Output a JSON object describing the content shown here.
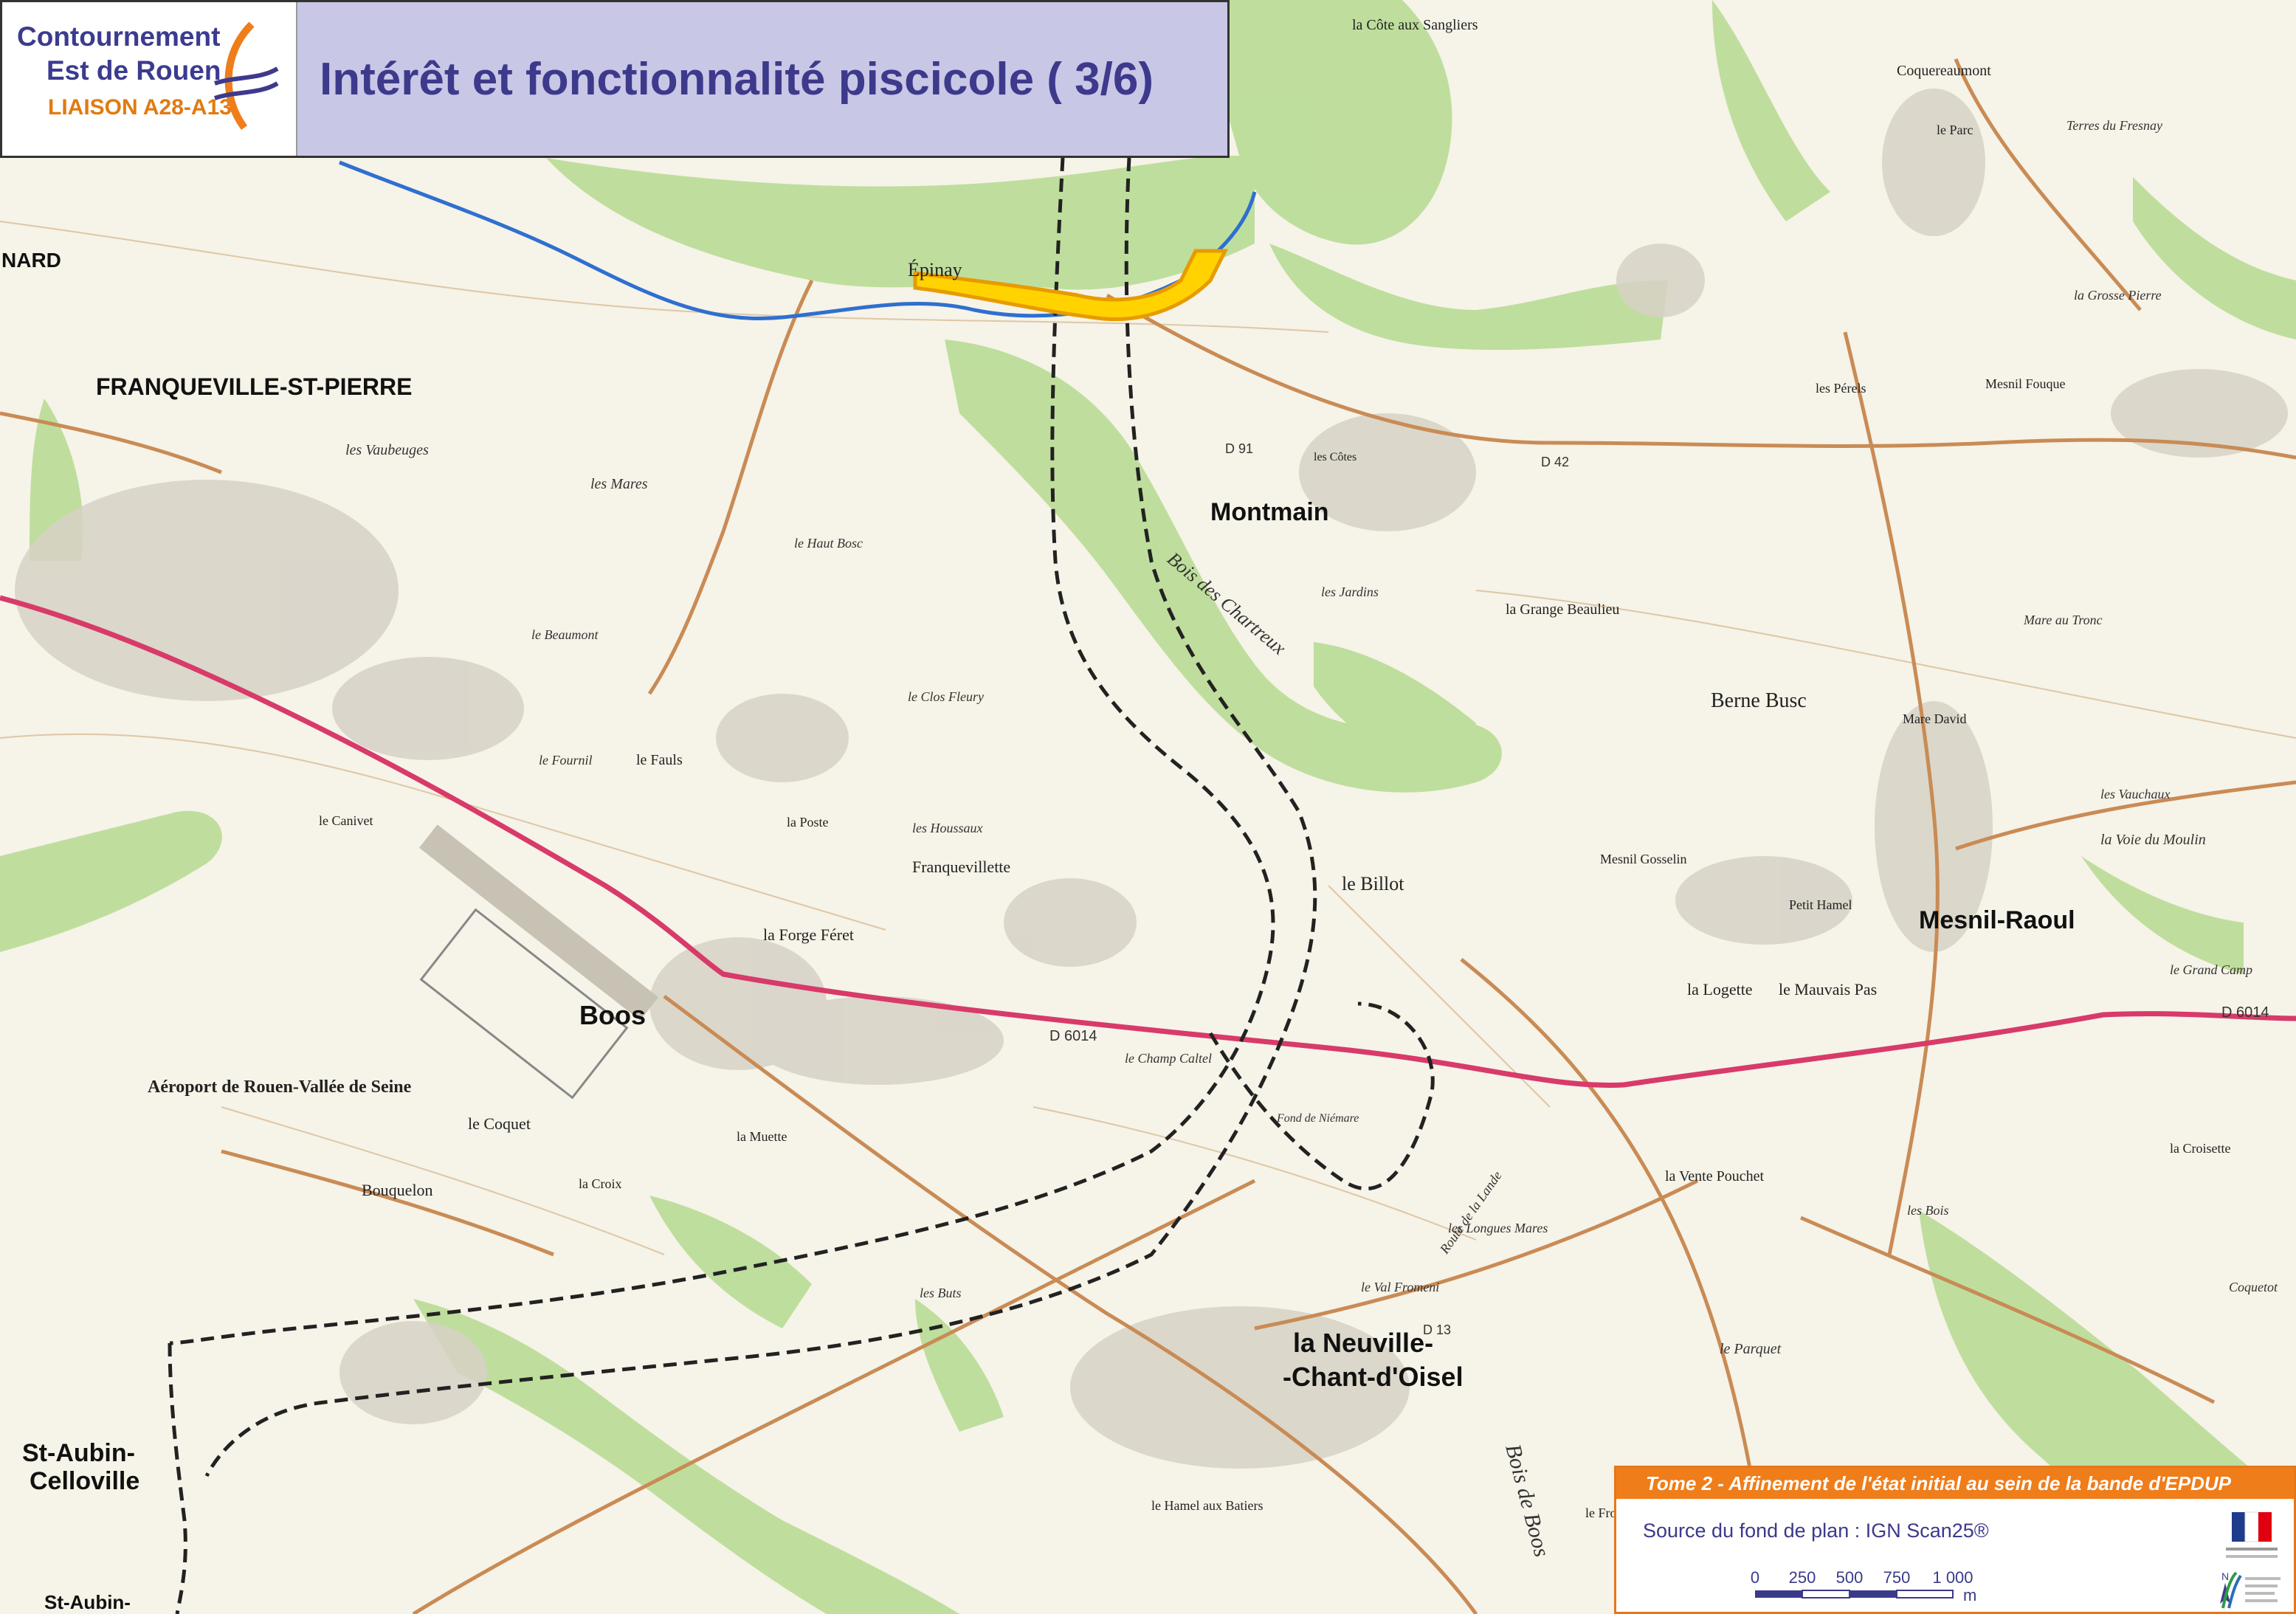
{
  "header": {
    "logo_line1": "Contournement",
    "logo_line2": "Est de Rouen",
    "logo_line3": "LIAISON A28-A13",
    "title": "Intérêt et fonctionnalité piscicole ( 3/6)"
  },
  "footer": {
    "tome": "Tome 2 - Affinement de l'état initial au sein de la bande d'EPDUP",
    "source": "Source du fond de plan : IGN Scan25®",
    "scale_labels": [
      "0",
      "250",
      "500",
      "750",
      "1 000"
    ],
    "scale_unit": "m",
    "north": "N"
  },
  "places": {
    "franqueville": "FRANQUEVILLE-ST-PIERRE",
    "montmain": "Montmain",
    "boos": "Boos",
    "mesnil_raoul": "Mesnil-Raoul",
    "neuville_1": "la Neuville-",
    "neuville_2": "-Chant-d'Oisel",
    "st_aubin_1": "St-Aubin-",
    "st_aubin_2": "Celloville",
    "st_aubin_bottom": "St-Aubin-",
    "nard": "NARD",
    "epinay": "Épinay",
    "aeroport": "Aéroport de Rouen-Vallée de Seine",
    "berne_busc": "Berne Busc",
    "le_billot": "le Billot",
    "franquevillette": "Franquevillette",
    "la_forge_feret": "la Forge Féret",
    "la_logette": "la Logette",
    "le_mauvais_pas": "le Mauvais Pas",
    "le_coquet": "le Coquet",
    "bouquelon": "Bouquelon",
    "la_mare_david": "Mare David",
    "coquereaumont": "Coquereaumont",
    "le_parc": "le Parc",
    "bois_des_chartreux": "Bois des Chartreux",
    "bois_de_boos": "Bois de Boos",
    "les_cotes": "les Côtes",
    "la_grange_beaulieu": "la Grange Beaulieu",
    "la_vente_pouchet": "la Vente Pouchet",
    "le_parquet": "le Parquet",
    "les_longues_mares": "les Longues Mares",
    "les_buts": "les Buts",
    "la_croix": "la Croix",
    "la_muette": "la Muette",
    "le_fauls": "le Fauls",
    "le_canivet": "le Canivet",
    "les_mares": "les Mares",
    "les_vaubeuges": "les Vaubeuges",
    "le_haut_bosc": "le Haut Bosc",
    "les_houssaux": "les Houssaux",
    "le_clos_fleury": "le Clos Fleury",
    "la_poste": "la Poste",
    "le_beaumont": "le Beaumont",
    "le_fournil": "le Fournil",
    "les_jardins": "les Jardins",
    "la_voie_du_moulin": "la Voie du Moulin",
    "les_vauchaux": "les Vauchaux",
    "mesnil_gosselin": "Mesnil Gosselin",
    "petit_hamel": "Petit Hamel",
    "la_cote_aux_sangliers": "la Côte aux Sangliers",
    "le_hamel_aux_batiers": "le Hamel aux Batiers",
    "le_froc_aux_moines": "le Froc aux Moines",
    "la_croisette": "la Croisette",
    "mesnil_fouque": "Mesnil Fouque",
    "les_perels": "les Pérels",
    "terres_du_fresnay": "Terres du Fresnay",
    "la_grosse_pierre": "la Grosse Pierre",
    "mare_au_tronc": "Mare au Tronc",
    "le_grand_camp": "le Grand Camp",
    "fond_de_niemare": "Fond de Niémare",
    "le_champ_caltel": "le Champ Caltel",
    "le_val_fromeni": "le Val Fromeni",
    "les_bois": "les Bois",
    "coquetot": "Coquetot"
  },
  "roads": {
    "d6014_w": "D 6014",
    "d6014_e": "D 6014",
    "d91": "D 91",
    "d42": "D 42",
    "d13": "D 13",
    "route_lande": "Route de la Lande"
  }
}
